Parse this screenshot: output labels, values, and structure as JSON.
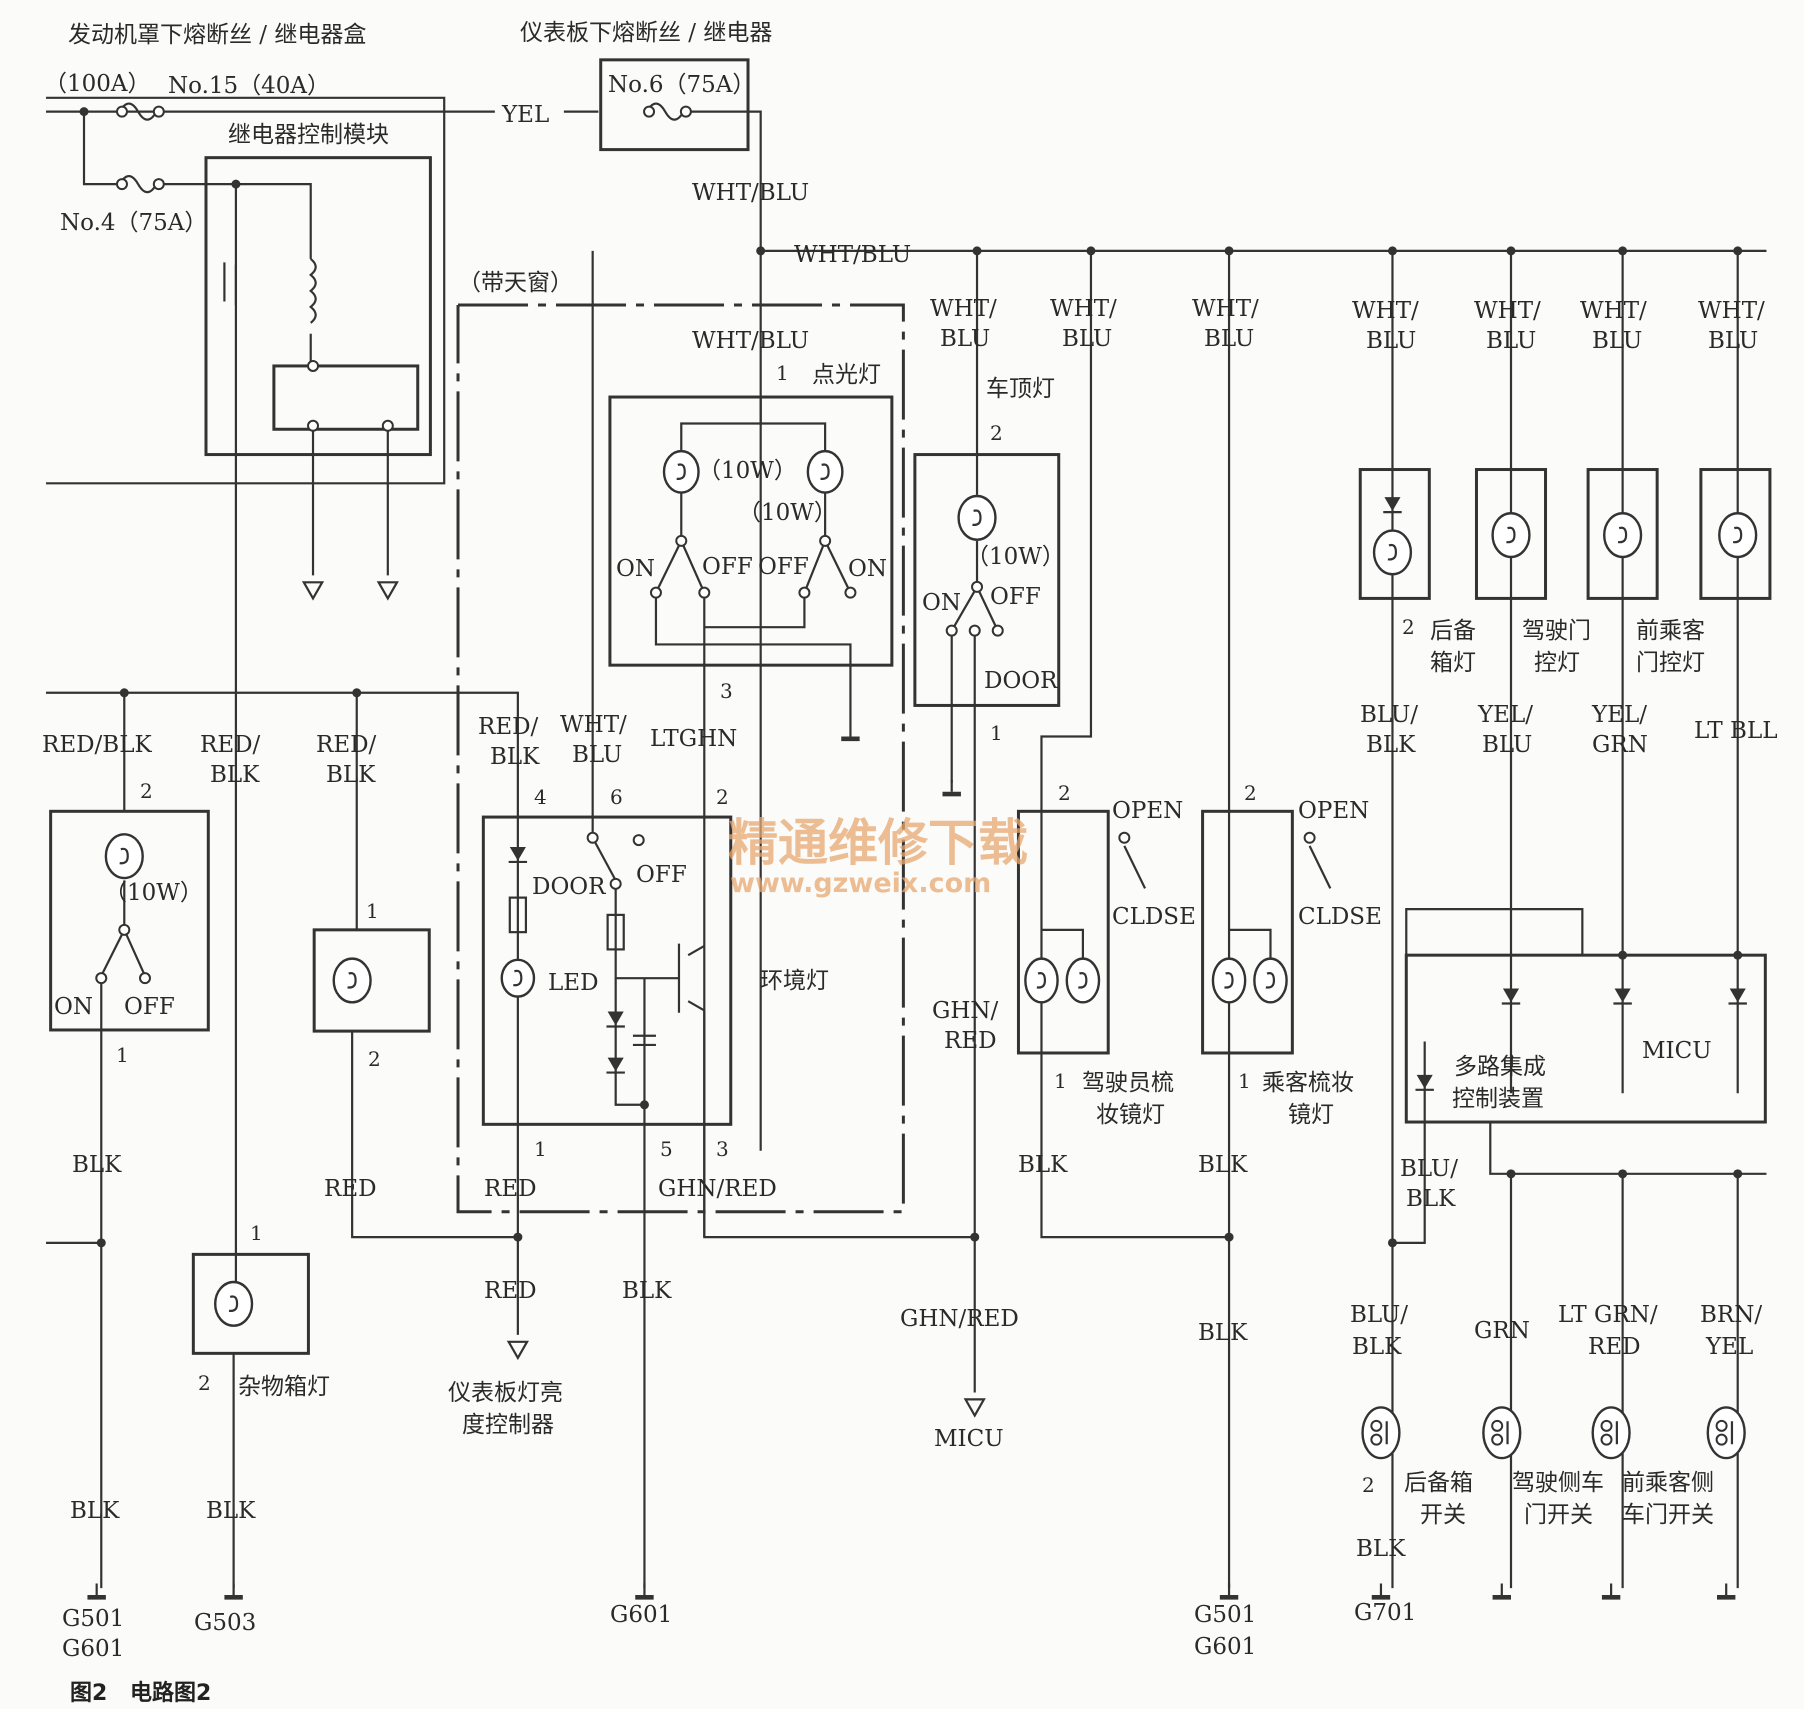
{
  "labels": {
    "fusebox_engine": "发动机罩下熔断丝 / 继电器盒",
    "fusebox_dash": "仪表板下熔断丝 / 继电器",
    "fuse_100a": "（100A）",
    "fuse_no15": "No.15（40A）",
    "fuse_no4": "No.4（75A）",
    "fuse_no6": "No.6（75A）",
    "relay_module": "继电器控制模块",
    "sunroof": "（带天窗）",
    "spotlight": "点光灯",
    "roof_lamp": "车顶灯",
    "ambient_lamp": "环境灯",
    "driver_vanity": "驾驶员梳妆镜灯",
    "driver_vanity_1": "驾驶员梳",
    "driver_vanity_2": "妆镜灯",
    "pass_vanity_1": "乘客梳妆",
    "pass_vanity_2": "镜灯",
    "trunk_lamp_1": "后备",
    "trunk_lamp_2": "箱灯",
    "driver_door_lamp_1": "驾驶门",
    "driver_door_lamp_2": "控灯",
    "front_pass_lamp_1": "前乘客",
    "front_pass_lamp_2": "门控灯",
    "micu_1": "多路集成",
    "micu_2": "控制装置",
    "micu": "MICU",
    "glovebox_lamp": "杂物箱灯",
    "dimmer_1": "仪表板灯亮",
    "dimmer_2": "度控制器",
    "trunk_sw_1": "后备箱",
    "trunk_sw_2": "开关",
    "driver_door_sw_1": "驾驶侧车",
    "driver_door_sw_2": "门开关",
    "front_door_sw_1": "前乘客侧",
    "front_door_sw_2": "车门开关",
    "caption_fig": "图2",
    "caption_title": "电路图2",
    "watermark_1": "精通维修下载",
    "watermark_2": "www.gzweix.com"
  },
  "wires": {
    "yel": "YEL",
    "wht_blu": "WHT/BLU",
    "wht": "WHT/",
    "blu": "BLU",
    "red_blk": "RED/BLK",
    "red": "RED/",
    "blk_part": "BLK",
    "red_only": "RED",
    "blk": "BLK",
    "ltghn": "LTGHN",
    "ghn_red": "GHN/RED",
    "ghn": "GHN/",
    "blu_blk_1": "BLU/",
    "yel_1": "YEL/",
    "grn_part": "GRN",
    "lt_bll": "LT BLL",
    "grn": "GRN",
    "lt_grn": "LT GRN/",
    "brn": "BRN/",
    "yel_part": "YEL"
  },
  "switches": {
    "on": "ON",
    "off": "OFF",
    "door": "DOOR",
    "open": "OPEN",
    "close": "CLDSE",
    "led": "LED",
    "w10": "（10W）"
  },
  "grounds": {
    "g501": "G501",
    "g601": "G601",
    "g503": "G503",
    "g701": "G701"
  },
  "pins": [
    "1",
    "2",
    "3",
    "4",
    "5",
    "6"
  ]
}
